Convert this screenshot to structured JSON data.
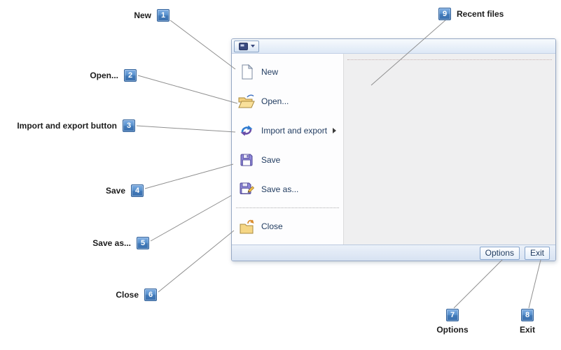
{
  "window": {
    "menu_items": [
      {
        "label": "New",
        "icon": "new-icon"
      },
      {
        "label": "Open...",
        "icon": "open-icon"
      },
      {
        "label": "Import and export",
        "icon": "import-export-icon",
        "has_submenu": true
      },
      {
        "label": "Save",
        "icon": "save-icon"
      },
      {
        "label": "Save as...",
        "icon": "save-as-icon"
      },
      {
        "label": "Close",
        "icon": "close-icon"
      }
    ],
    "footer_buttons": [
      {
        "label": "Options"
      },
      {
        "label": "Exit"
      }
    ]
  },
  "annotations": [
    {
      "number": "1",
      "label": "New"
    },
    {
      "number": "2",
      "label": "Open..."
    },
    {
      "number": "3",
      "label": "Import and export button"
    },
    {
      "number": "4",
      "label": "Save"
    },
    {
      "number": "5",
      "label": "Save as..."
    },
    {
      "number": "6",
      "label": "Close"
    },
    {
      "number": "7",
      "label": "Options"
    },
    {
      "number": "8",
      "label": "Exit"
    },
    {
      "number": "9",
      "label": "Recent files"
    }
  ],
  "colors": {
    "badge_blue": "#4179b8",
    "window_border": "#96a8c4",
    "button_border": "#86a4cb",
    "menu_text": "#1f3a5f",
    "panel_gray": "#efeff0"
  }
}
